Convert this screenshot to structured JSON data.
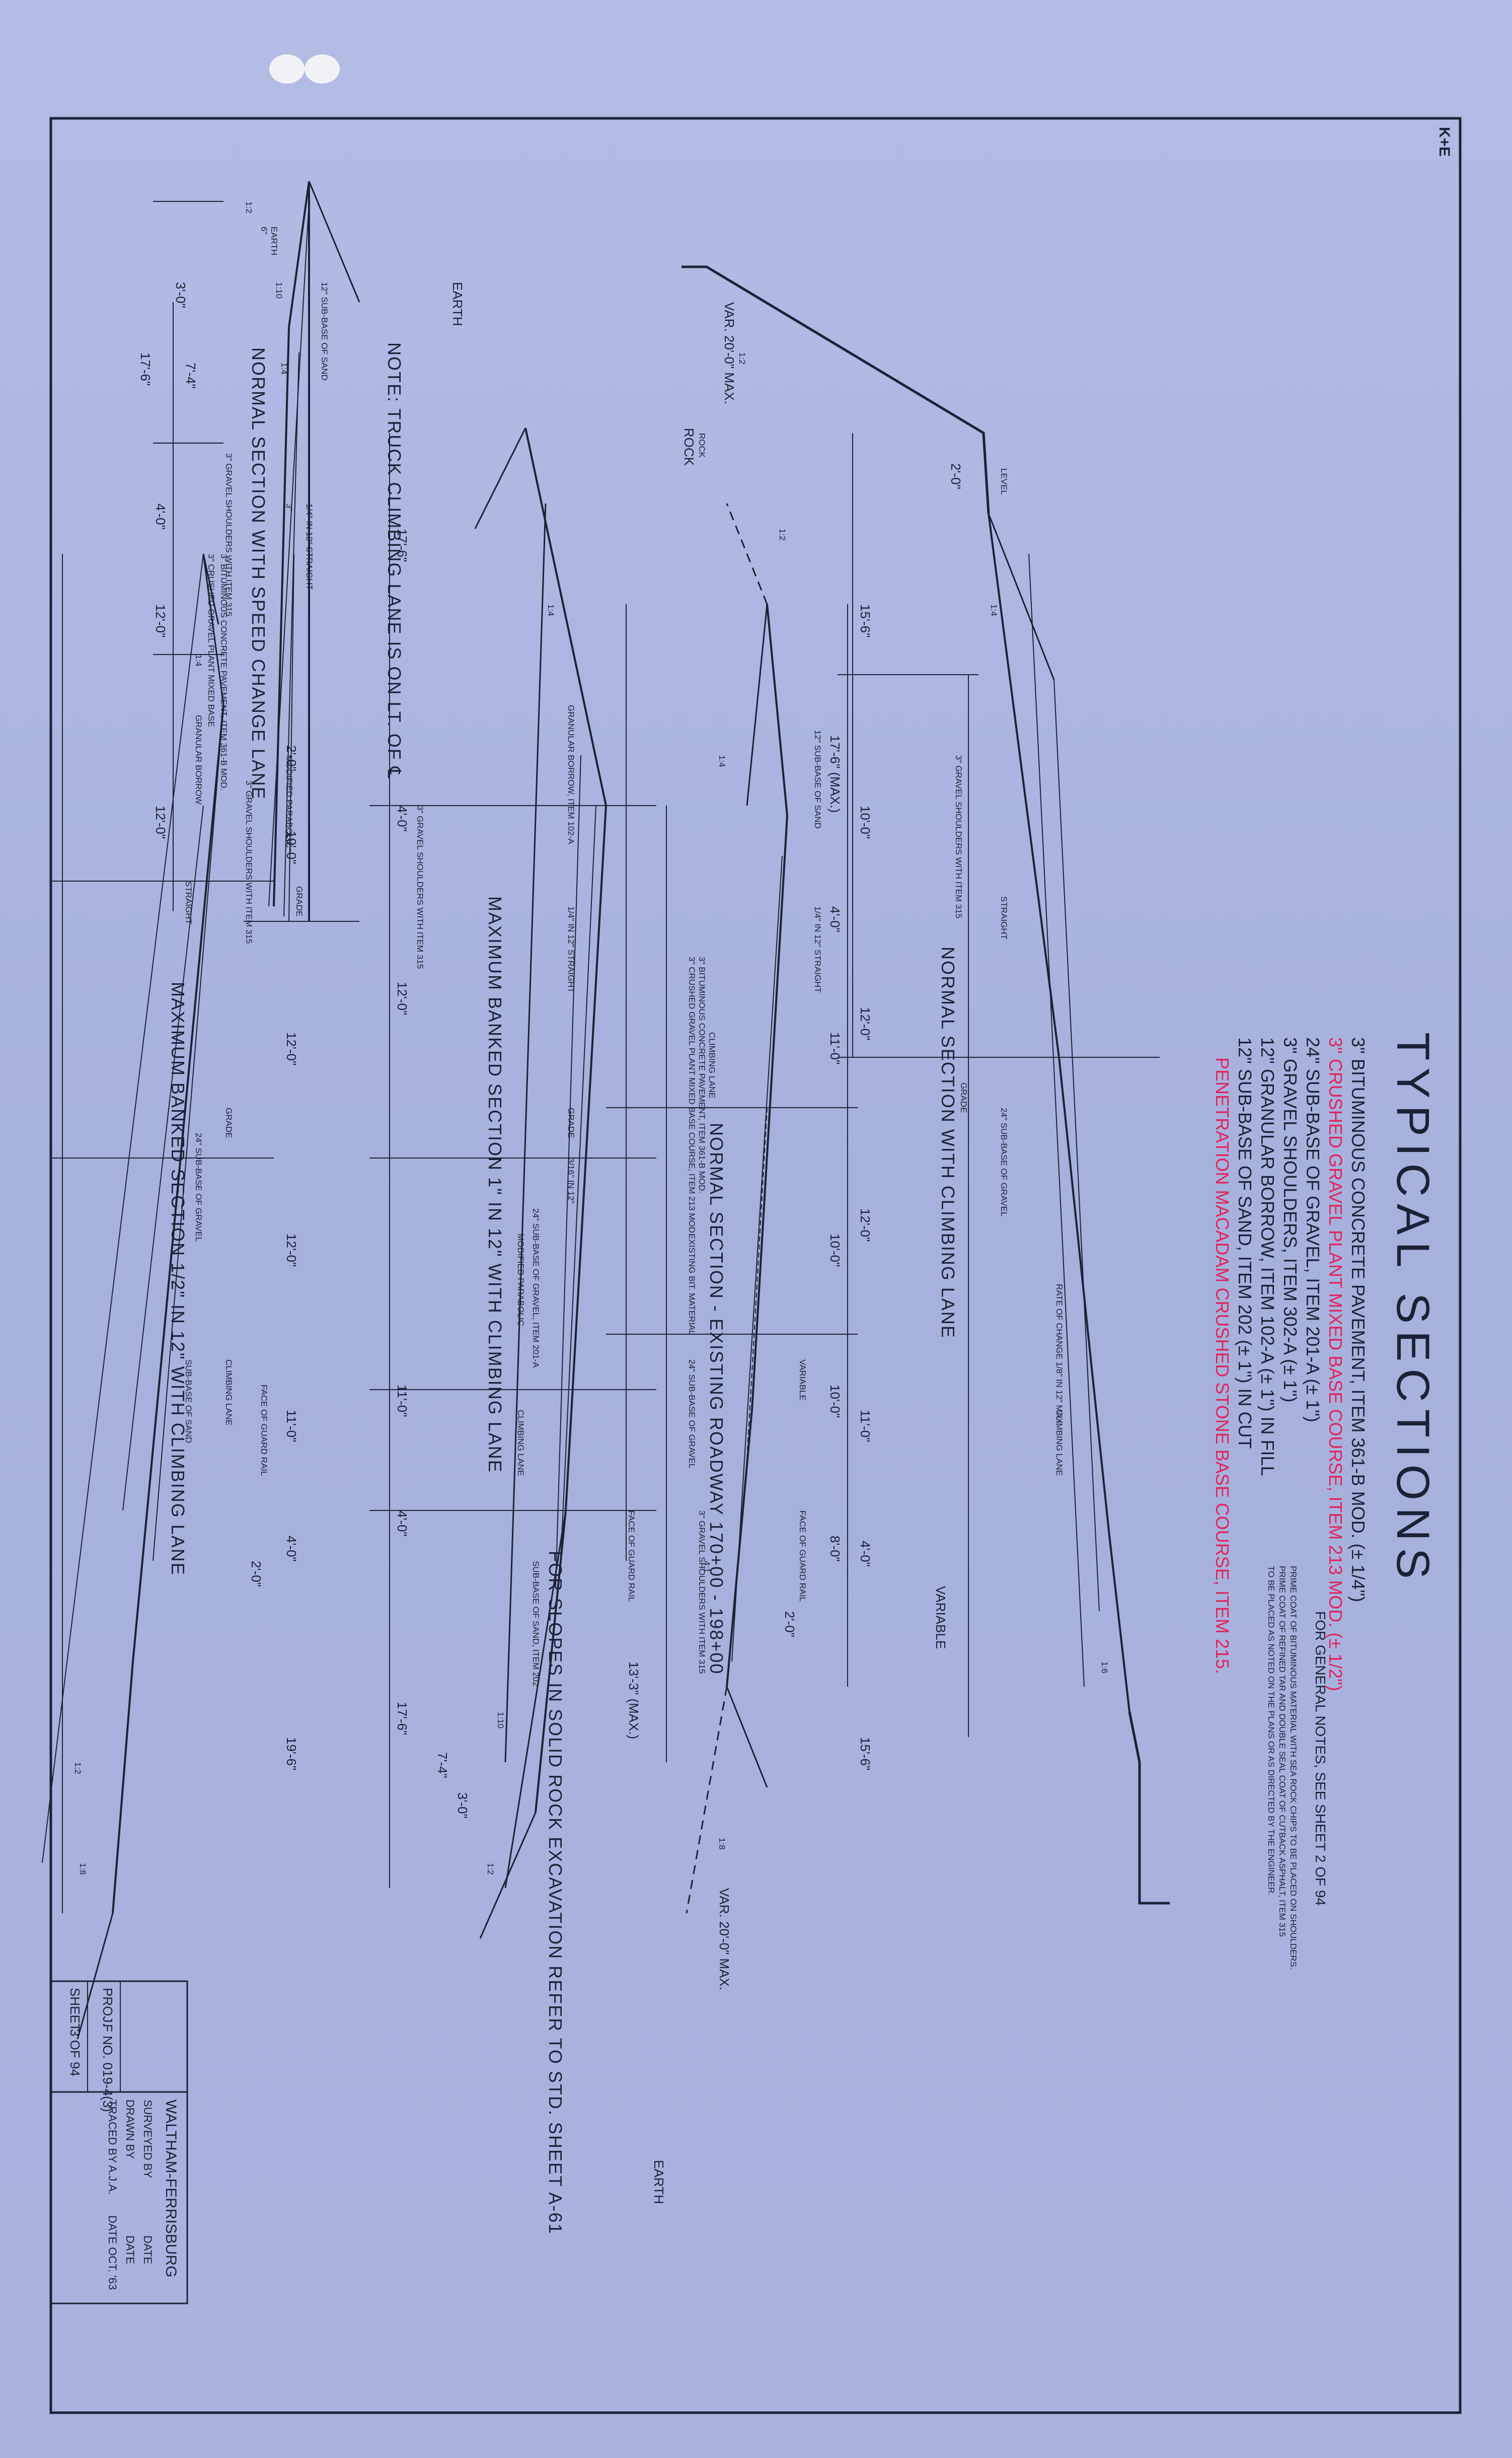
{
  "sheet": {
    "title": "TYPICAL SECTIONS",
    "maker": "K+E",
    "general_note": "FOR GENERAL NOTES, SEE SHEET 2 OF 94"
  },
  "legend": {
    "items": [
      "3\" BITUMINOUS CONCRETE PAVEMENT, ITEM 361-B MOD. (± 1/4\")",
      "3\" CRUSHED GRAVEL PLANT MIXED BASE COURSE, ITEM 213 MOD. (± 1/2\")",
      "24\" SUB-BASE OF GRAVEL, ITEM 201-A (± 1\")",
      "3\" GRAVEL SHOULDERS, ITEM 302-A (± 1\")",
      "12\" GRANULAR BORROW, ITEM 102-A (± 1\") IN FILL",
      "12\" SUB-BASE OF SAND, ITEM 202 (± 1\") IN CUT"
    ],
    "note_red": "PENETRATION MACADAM CRUSHED STONE BASE COURSE, ITEM 215.",
    "small_notes": [
      "PRIME COAT OF BITUMINOUS MATERIAL WITH SEA ROCK CHIPS TO BE PLACED ON SHOULDERS.",
      "PRIME COAT OF REFINED TAR AND DOUBLE SEAL COAT OF CUTBACK ASPHALT, ITEM 315",
      "TO BE PLACED AS NOTED ON THE PLANS OR AS DIRECTED BY THE ENGINEER."
    ]
  },
  "sections": [
    {
      "caption": "NORMAL SECTION WITH SPEED CHANGE LANE",
      "dims": [
        "3'-0\"",
        "7'-4\"",
        "17'-6\"",
        "4'-0\"",
        "12'-0\"",
        "12'-0\""
      ],
      "labels": [
        "12\" SUB-BASE OF SAND",
        "1/4\" IN 12\" STRAIGHT",
        "3\" GRAVEL SHOULDERS WITH ITEM 315",
        "3\" BITUMINOUS CONCRETE PAVEMENT, ITEM 361-B MOD.",
        "3\" CRUSHED GRAVEL PLANT MIXED BASE",
        "MODIFIED PARABOLIC",
        "GRADE",
        "1:2",
        "1:4",
        "1:10",
        "6\"",
        "3\""
      ]
    },
    {
      "caption": "NORMAL SECTION WITH CLIMBING LANE",
      "dims": [
        "17'-6\"",
        "4'-0\"",
        "12'-0\"",
        "11'-0\"",
        "4'-0\"",
        "17'-6\"",
        "7'-4\"",
        "3'-0\""
      ],
      "labels": [
        "GRANULAR BORROW, ITEM 102-A",
        "3\" GRAVEL SHOULDERS WITH ITEM 315",
        "CLIMBING LANE",
        "MODIFIED PARABOLIC",
        "SUB-BASE OF SAND, ITEM 202",
        "1/4\" IN 12\" STRAIGHT",
        "FACE OF GUARD RAIL",
        "3/16\" IN 12\"",
        "GRADE",
        "1:4",
        "1:10",
        "1:2",
        "24\" SUB-BASE OF GRAVEL, ITEM 201-A"
      ]
    },
    {
      "caption": "NORMAL SECTION - EXISTING ROADWAY 170+00 - 198+00",
      "dims": [
        "17'-6\" (MAX.)",
        "4'-0\"",
        "11'-0\"",
        "10'-0\"",
        "10'-0\"",
        "8'-0\"",
        "2'-0\"",
        "13'-3\" (MAX.)"
      ],
      "labels": [
        "12\" SUB-BASE OF SAND",
        "1/4\" IN 12\" STRAIGHT",
        "CLIMBING LANE",
        "3\" BITUMINOUS CONCRETE PAVEMENT, ITEM 361-B MOD.",
        "3\" CRUSHED GRAVEL PLANT MIXED BASE COURSE, ITEM 213 MOD.",
        "24\" SUB-BASE OF GRAVEL",
        "3\" GRAVEL SHOULDERS WITH ITEM 315",
        "FACE OF GUARD RAIL",
        "VARIABLE",
        "EXISTING BIT. MATERIAL",
        "1:2",
        "1:4",
        "1:8"
      ]
    },
    {
      "caption": "MAXIMUM BANKED SECTION 1\" IN 12\" WITH CLIMBING LANE",
      "dims": [
        "VAR. 20'-0\" MAX.",
        "2'-0\"",
        "15'-6\"",
        "10'-0\"",
        "12'-0\"",
        "12'-0\"",
        "11'-0\"",
        "4'-0\"",
        "VARIABLE",
        "15'-6\"",
        "VAR. 20'-0\" MAX."
      ],
      "labels": [
        "EARTH",
        "ROCK",
        "LEVEL",
        "3\" GRAVEL SHOULDERS WITH ITEM 315",
        "24\" SUB-BASE OF GRAVEL",
        "GRADE",
        "STRAIGHT",
        "CLIMBING LANE",
        "RATE OF CHANGE 1/8\" IN 12\" MAX.",
        "1:2",
        "1:4",
        "4:1",
        "1:6"
      ]
    },
    {
      "caption": "MAXIMUM BANKED SECTION 1/2\" IN 12\" WITH CLIMBING LANE",
      "dims": [
        "2'-0\"",
        "10'-0\"",
        "12'-0\"",
        "12'-0\"",
        "11'-0\"",
        "4'-0\"",
        "2'-0\"",
        "19'-6\""
      ],
      "labels": [
        "GRANULAR BORROW",
        "STRAIGHT",
        "3\" GRAVEL SHOULDERS WITH ITEM 315",
        "24\" SUB-BASE OF GRAVEL",
        "SUB-BASE OF SAND",
        "GRADE",
        "CLIMBING LANE",
        "FACE OF GUARD RAIL",
        "1:4",
        "1:2",
        "1:8"
      ]
    }
  ],
  "notes": {
    "truck": "NOTE: TRUCK CLIMBING LANE IS ON LT. OF ℄",
    "slopes": "FOR SLOPES IN SOLID ROCK EXCAVATION REFER TO STD. SHEET A-61"
  },
  "end_labels": {
    "earth_left": "EARTH",
    "earth_right": "EARTH",
    "rock": "ROCK"
  },
  "title_block": {
    "project_name": "WALTHAM-FERRISBURG",
    "surveyed_by": "SURVEYED BY",
    "drawn_by": "DRAWN BY",
    "traced_by": "TRACED BY A.J.A.",
    "date_label": "DATE",
    "date_traced": "DATE OCT. '63",
    "proj_label": "PROJ.",
    "proj_value": "F NO. 019-4(3)",
    "sheet_label": "SHEET",
    "sheet_value": "3 OF 94"
  }
}
